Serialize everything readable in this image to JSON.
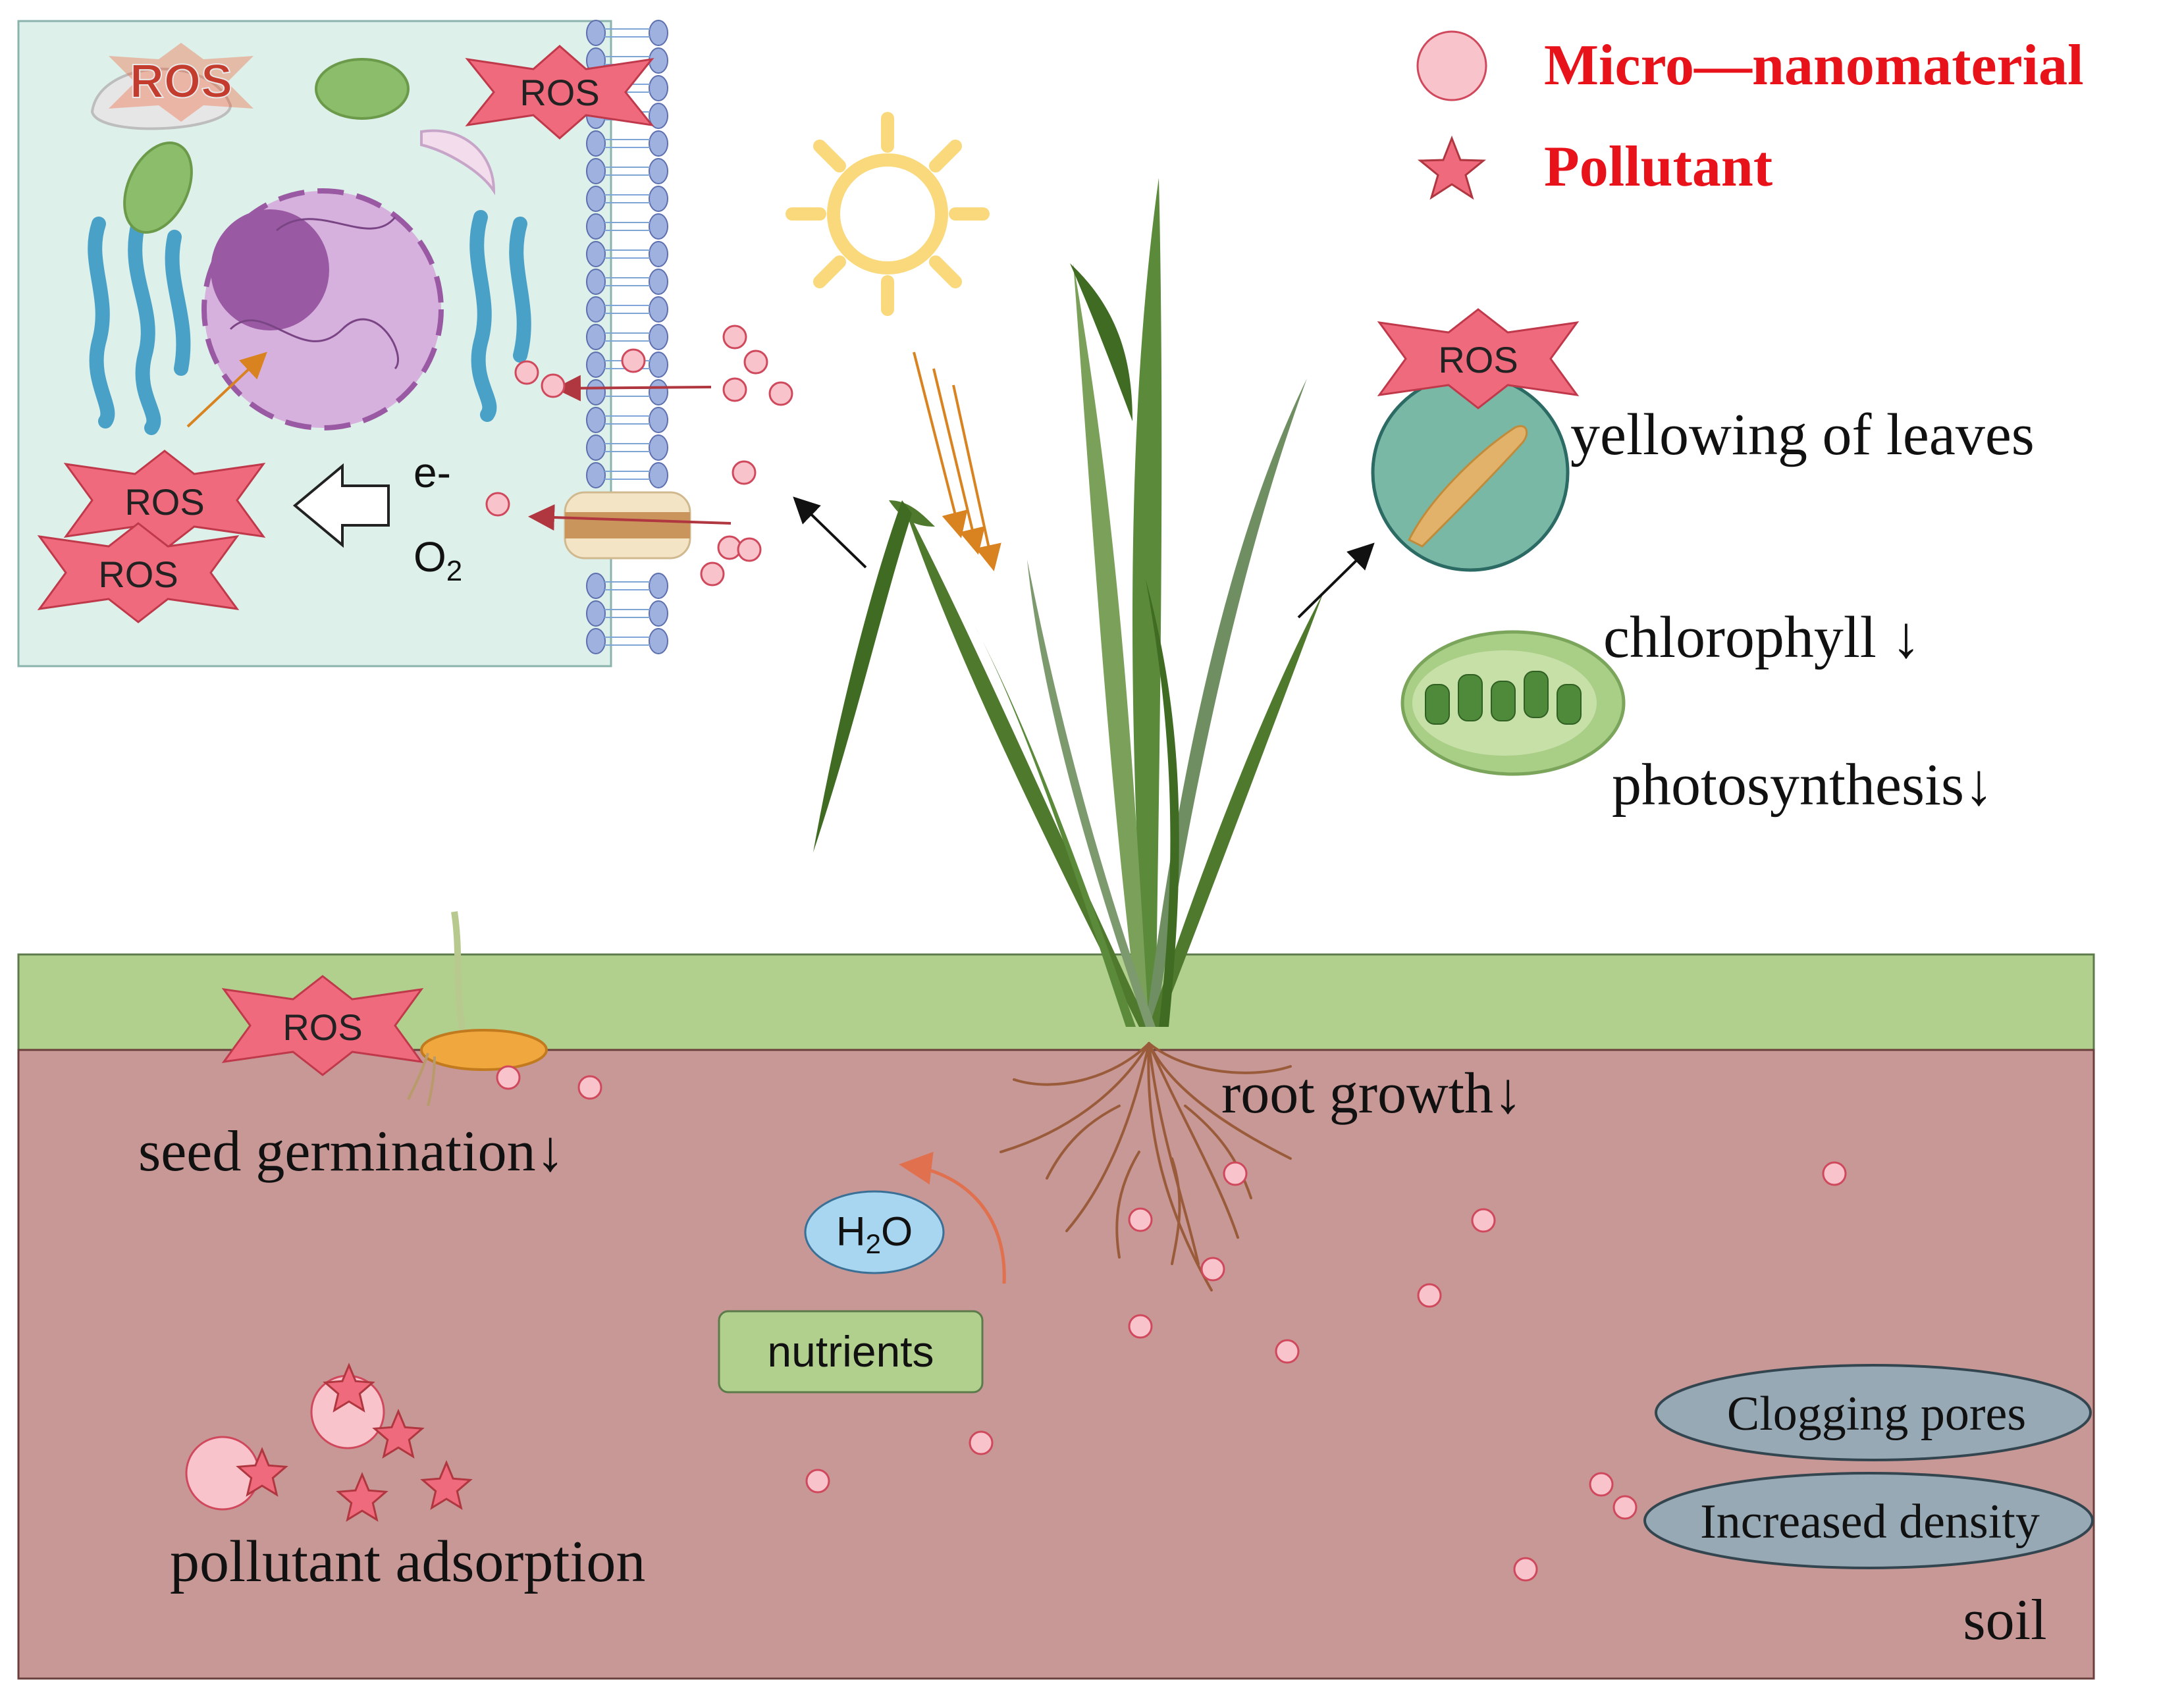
{
  "legend": {
    "nanomaterial_label": "Micro—nanomaterial",
    "pollutant_label": "Pollutant",
    "label_color": "#e8121b",
    "nanomaterial_color": "#f8c3cb",
    "pollutant_color": "#ee6a7c"
  },
  "cell_inset": {
    "ros_labels": [
      "ROS",
      "ROS",
      "ROS",
      "ROS"
    ],
    "electron_label": "e-",
    "oxygen_label": "O",
    "oxygen_subscript": "2"
  },
  "leaf_panel": {
    "ros_label": "ROS",
    "yellowing_label": "yellowing of leaves",
    "chlorophyll_label": "chlorophyll",
    "photosynthesis_label": "photosynthesis",
    "down_arrow": "↓"
  },
  "soil": {
    "ros_label": "ROS",
    "seed_germination_label": "seed germination",
    "root_growth_label": "root growth",
    "water_label": "H",
    "water_subscript": "2",
    "water_tail": "O",
    "nutrients_label": "nutrients",
    "pollutant_adsorption_label": "pollutant adsorption",
    "clogging_pores_label": "Clogging pores",
    "increased_density_label": "Increased density",
    "soil_label": "soil",
    "down_arrow": "↓",
    "soil_color": "#c79896",
    "surface_color": "#b1d08d"
  },
  "colors": {
    "cell_bg": "#ddf0ea",
    "ros_fill": "#ee6a7c",
    "leaf_dark": "#4f7a2e",
    "leaf_mid": "#5f8a4a",
    "sun": "#f9d97c",
    "sunray_arrow": "#d98320"
  }
}
